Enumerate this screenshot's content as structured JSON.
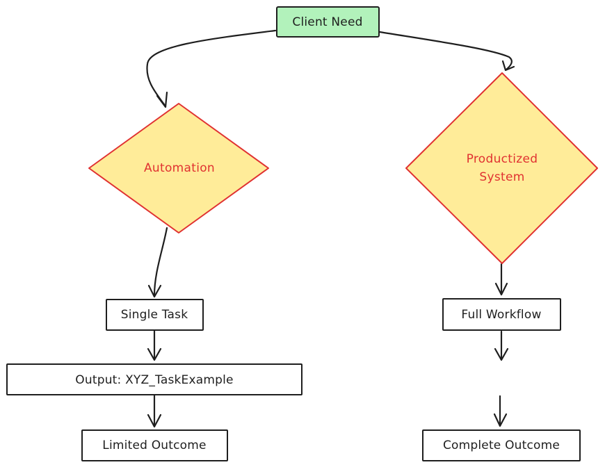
{
  "colors": {
    "stroke": "#1e1e1e",
    "start_fill": "#b2f2bb",
    "decision_fill": "#ffec99",
    "decision_stroke": "#e03131",
    "decision_text": "#e03131",
    "box_fill": "#ffffff"
  },
  "nodes": {
    "client_need": "Client Need",
    "automation": "Automation",
    "productized_line1": "Productized",
    "productized_line2": "System",
    "single_task": "Single Task",
    "output": "Output: XYZ_TaskExample",
    "limited_outcome": "Limited Outcome",
    "full_workflow": "Full Workflow",
    "complete_outcome": "Complete Outcome"
  }
}
